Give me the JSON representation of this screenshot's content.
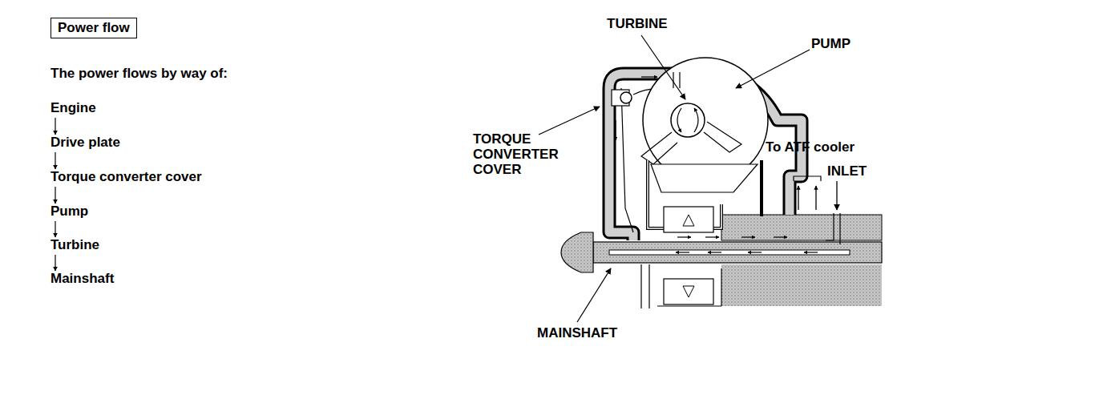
{
  "diagram": {
    "title": "Power flow",
    "nodes": [
      {
        "text": [
          "Engine"
        ]
      },
      {
        "text": [
          "Drive plate"
        ]
      },
      {
        "text": [
          "Torque converter cover"
        ]
      },
      {
        "text": [
          "Pump"
        ]
      },
      {
        "text": [
          "Turbine"
        ]
      },
      {
        "text": [
          "Mainshaft"
        ]
      }
    ],
    "edges": [
      {
        "from": 0,
        "to": 1,
        "arrow": "to"
      },
      {
        "from": 1,
        "to": 2,
        "arrow": "to"
      },
      {
        "from": 2,
        "to": 3,
        "arrow": "to"
      },
      {
        "from": 3,
        "to": 4,
        "arrow": "to"
      },
      {
        "from": 4,
        "to": 5,
        "arrow": "to"
      }
    ],
    "labels": [
      "The power flows by way of:",
      "TURBINE",
      "PUMP",
      "TORQUE CONVERTER COVER",
      "To ATF cooler",
      "INLET",
      "MAINSHAFT"
    ]
  }
}
